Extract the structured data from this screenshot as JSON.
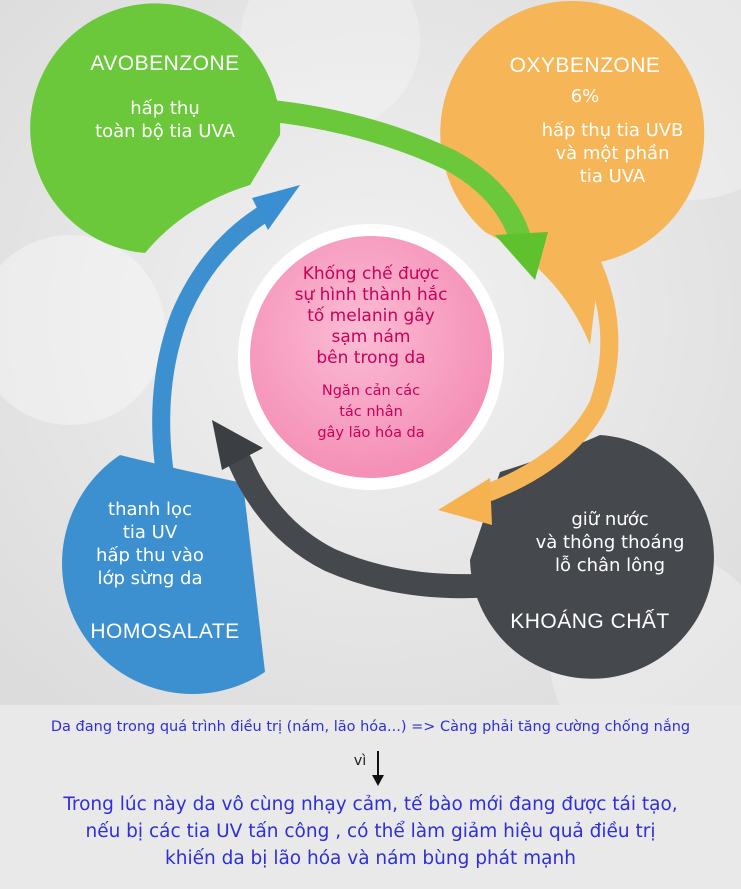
{
  "diagram": {
    "green": {
      "title": "AVOBENZONE",
      "body": "hấp thụ\ntoàn bộ tia UVA",
      "color": "#6bc83a"
    },
    "orange": {
      "title": "OXYBENZONE",
      "percent": "6%",
      "body": "hấp thụ tia UVB\nvà một phần\ntia UVA",
      "color": "#f6b556"
    },
    "blue": {
      "title": "HOMOSALATE",
      "body": "thanh lọc\ntia UV\nhấp thu vào\nlớp sừng da",
      "color": "#3d90d0"
    },
    "dark": {
      "title": "KHOÁNG CHẤT",
      "body": "giữ nước\nvà thông thoáng\nlỗ chân lông",
      "color": "#45484c"
    },
    "center": {
      "text1": "Khống chế được\nsự hình thành hắc\ntố melanin gây\nsạm nám\nbên trong da",
      "text2": "Ngăn cản các\ntác nhân\ngây lão hóa da",
      "color": "#f7a1c2"
    }
  },
  "footer": {
    "line1": "Da  đang trong quá trình điều trị (nám, lão hóa...) => Càng phải tăng cường chống nắng",
    "because": "vì",
    "line2": "Trong lúc này da vô cùng nhạy cảm, tế bào mới đang được tái tạo,",
    "line3": "nếu bị các tia UV tấn công , có thể làm giảm hiệu quả điều trị",
    "line4": "khiến da bị lão hóa và nám bùng phát mạnh"
  }
}
